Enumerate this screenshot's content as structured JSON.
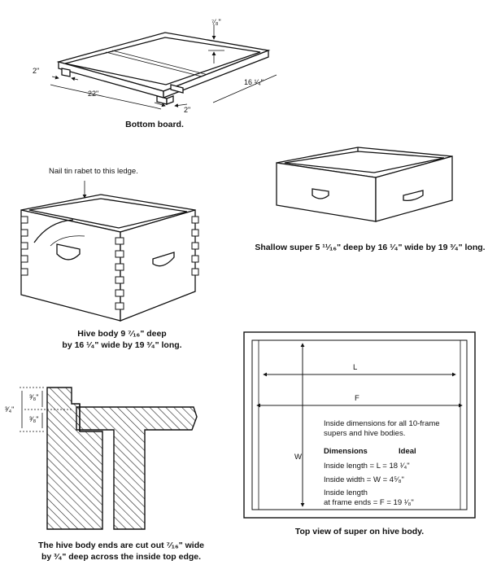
{
  "bottom_board": {
    "caption": "Bottom board.",
    "dim_top": "⁷⁄₈\"",
    "dim_left": "2\"",
    "dim_length": "22\"",
    "dim_cleat": "2\"",
    "dim_width": "16 ¹⁄₄\""
  },
  "hive_body": {
    "note": "Nail tin rabet to this ledge.",
    "caption_line1": "Hive body 9 ⁷⁄₁₆\" deep",
    "caption_line2": "by 16 ¹⁄₄\" wide by 19 ³⁄₄\" long."
  },
  "shallow_super": {
    "caption": "Shallow super 5 ¹¹⁄₁₆\" deep by 16 ¹⁄₄\" wide by 19 ³⁄₄\" long."
  },
  "cross_section": {
    "dim_total": "³⁄₄\"",
    "dim_upper": "³⁄₈\"",
    "dim_lower": "³⁄₈\"",
    "caption_line1": "The hive body ends are cut out ⁷⁄₁₆\" wide",
    "caption_line2": "by ³⁄₄\" deep across the inside top edge."
  },
  "top_view": {
    "label_l": "L",
    "label_f": "F",
    "label_w": "W",
    "inside_title_line1": "Inside dimensions for all 10-frame",
    "inside_title_line2": "supers and hive bodies.",
    "col_dimensions": "Dimensions",
    "col_ideal": "Ideal",
    "row_length": "Inside length = L = 18 ¹⁄₄\"",
    "row_width": "Inside width   = W = 4⁵⁄₈\"",
    "row_frame_line1": "Inside length",
    "row_frame_line2": "at frame ends = F = 19 ¹⁄₈\"",
    "caption": "Top view of super on hive body."
  }
}
